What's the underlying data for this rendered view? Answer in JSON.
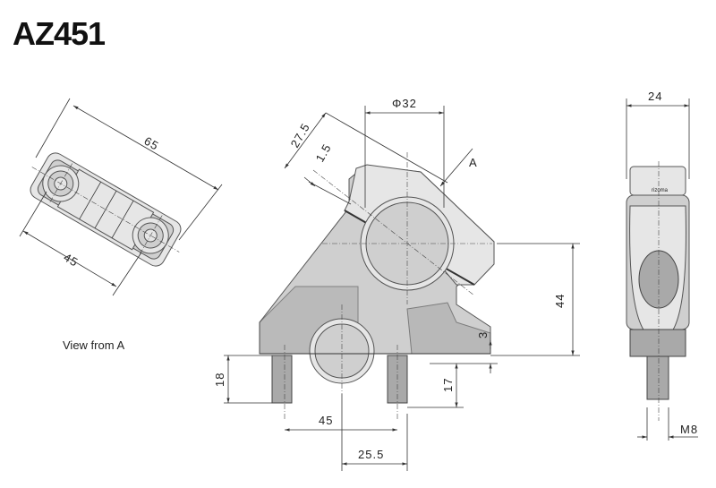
{
  "title": "AZ451",
  "view_label": "View from A",
  "section_label": "A",
  "dims": {
    "top_length": "65",
    "top_spacing": "45",
    "diameter": "Φ32",
    "d27_5": "27.5",
    "d1_5": "1.5",
    "height_44": "44",
    "d3": "3",
    "d18": "18",
    "d17": "17",
    "d45": "45",
    "d25_5": "25.5",
    "width_24": "24",
    "thread": "M8"
  },
  "logo_text": "rizoma"
}
